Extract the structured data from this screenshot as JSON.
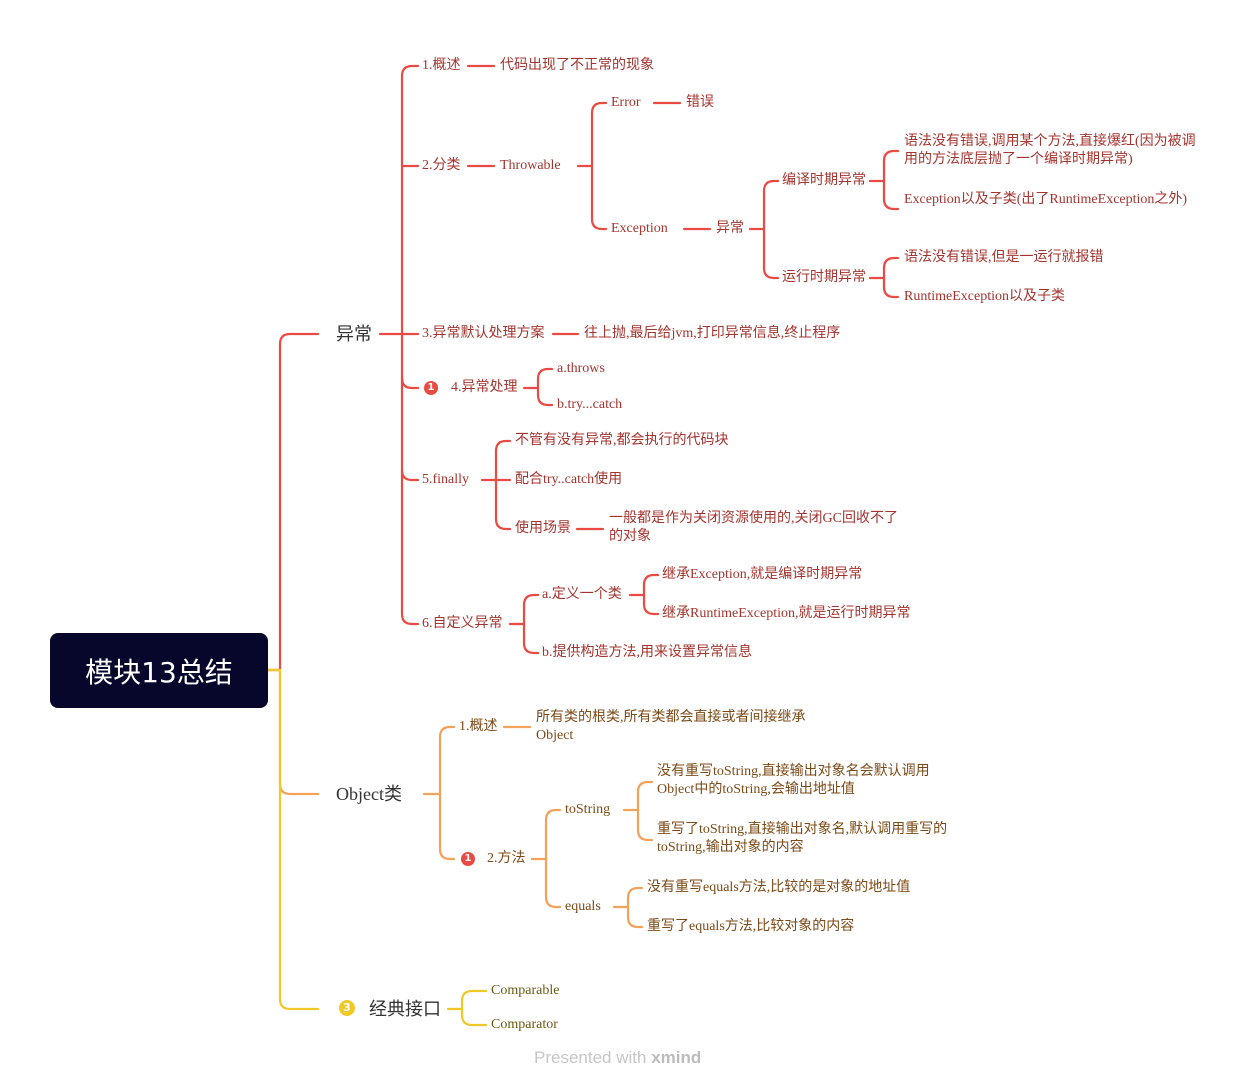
{
  "root": "模块13总结",
  "colors": {
    "exception_branch": "#e94b43",
    "object_branch": "#f2a25b",
    "interface_branch": "#f0c929",
    "root_bg": "#06072a"
  },
  "exception": {
    "title": "异常",
    "overview": {
      "label": "1.概述",
      "desc": "代码出现了不正常的现象"
    },
    "classify": {
      "label": "2.分类",
      "throwable": "Throwable",
      "error": "Error",
      "error_desc": "错误",
      "exception": "Exception",
      "exception_desc": "异常",
      "compile": "编译时期异常",
      "compile_1": "语法没有错误,调用某个方法,直接爆红(因为被调用的方法底层抛了一个编译时期异常)",
      "compile_2": "Exception以及子类(出了RuntimeException之外)",
      "runtime": "运行时期异常",
      "runtime_1": "语法没有错误,但是一运行就报错",
      "runtime_2": "RuntimeException以及子类"
    },
    "default_handling": {
      "label": "3.异常默认处理方案",
      "desc": "往上抛,最后给jvm,打印异常信息,终止程序"
    },
    "handling": {
      "badge": "1",
      "label": "4.异常处理",
      "a": "a.throws",
      "b": "b.try...catch"
    },
    "finally": {
      "label": "5.finally",
      "item1": "不管有没有异常,都会执行的代码块",
      "item2": "配合try..catch使用",
      "item3": "使用场景",
      "item3_desc": "一般都是作为关闭资源使用的,关闭GC回收不了的对象"
    },
    "custom": {
      "label": "6.自定义异常",
      "a": "a.定义一个类",
      "a1": "继承Exception,就是编译时期异常",
      "a2": "继承RuntimeException,就是运行时期异常",
      "b": "b.提供构造方法,用来设置异常信息"
    }
  },
  "object": {
    "title": "Object类",
    "overview": {
      "label": "1.概述",
      "desc": "所有类的根类,所有类都会直接或者间接继承Object"
    },
    "methods": {
      "badge": "1",
      "label": "2.方法",
      "tostring": "toString",
      "tostring_1": "没有重写toString,直接输出对象名会默认调用Object中的toString,会输出地址值",
      "tostring_2": "重写了toString,直接输出对象名,默认调用重写的toString,输出对象的内容",
      "equals": "equals",
      "equals_1": "没有重写equals方法,比较的是对象的地址值",
      "equals_2": "重写了equals方法,比较对象的内容"
    }
  },
  "interfaces": {
    "badge": "3",
    "title": "经典接口",
    "c1": "Comparable",
    "c2": "Comparator"
  },
  "footer": {
    "prefix": "Presented with",
    "brand": "xmind"
  }
}
